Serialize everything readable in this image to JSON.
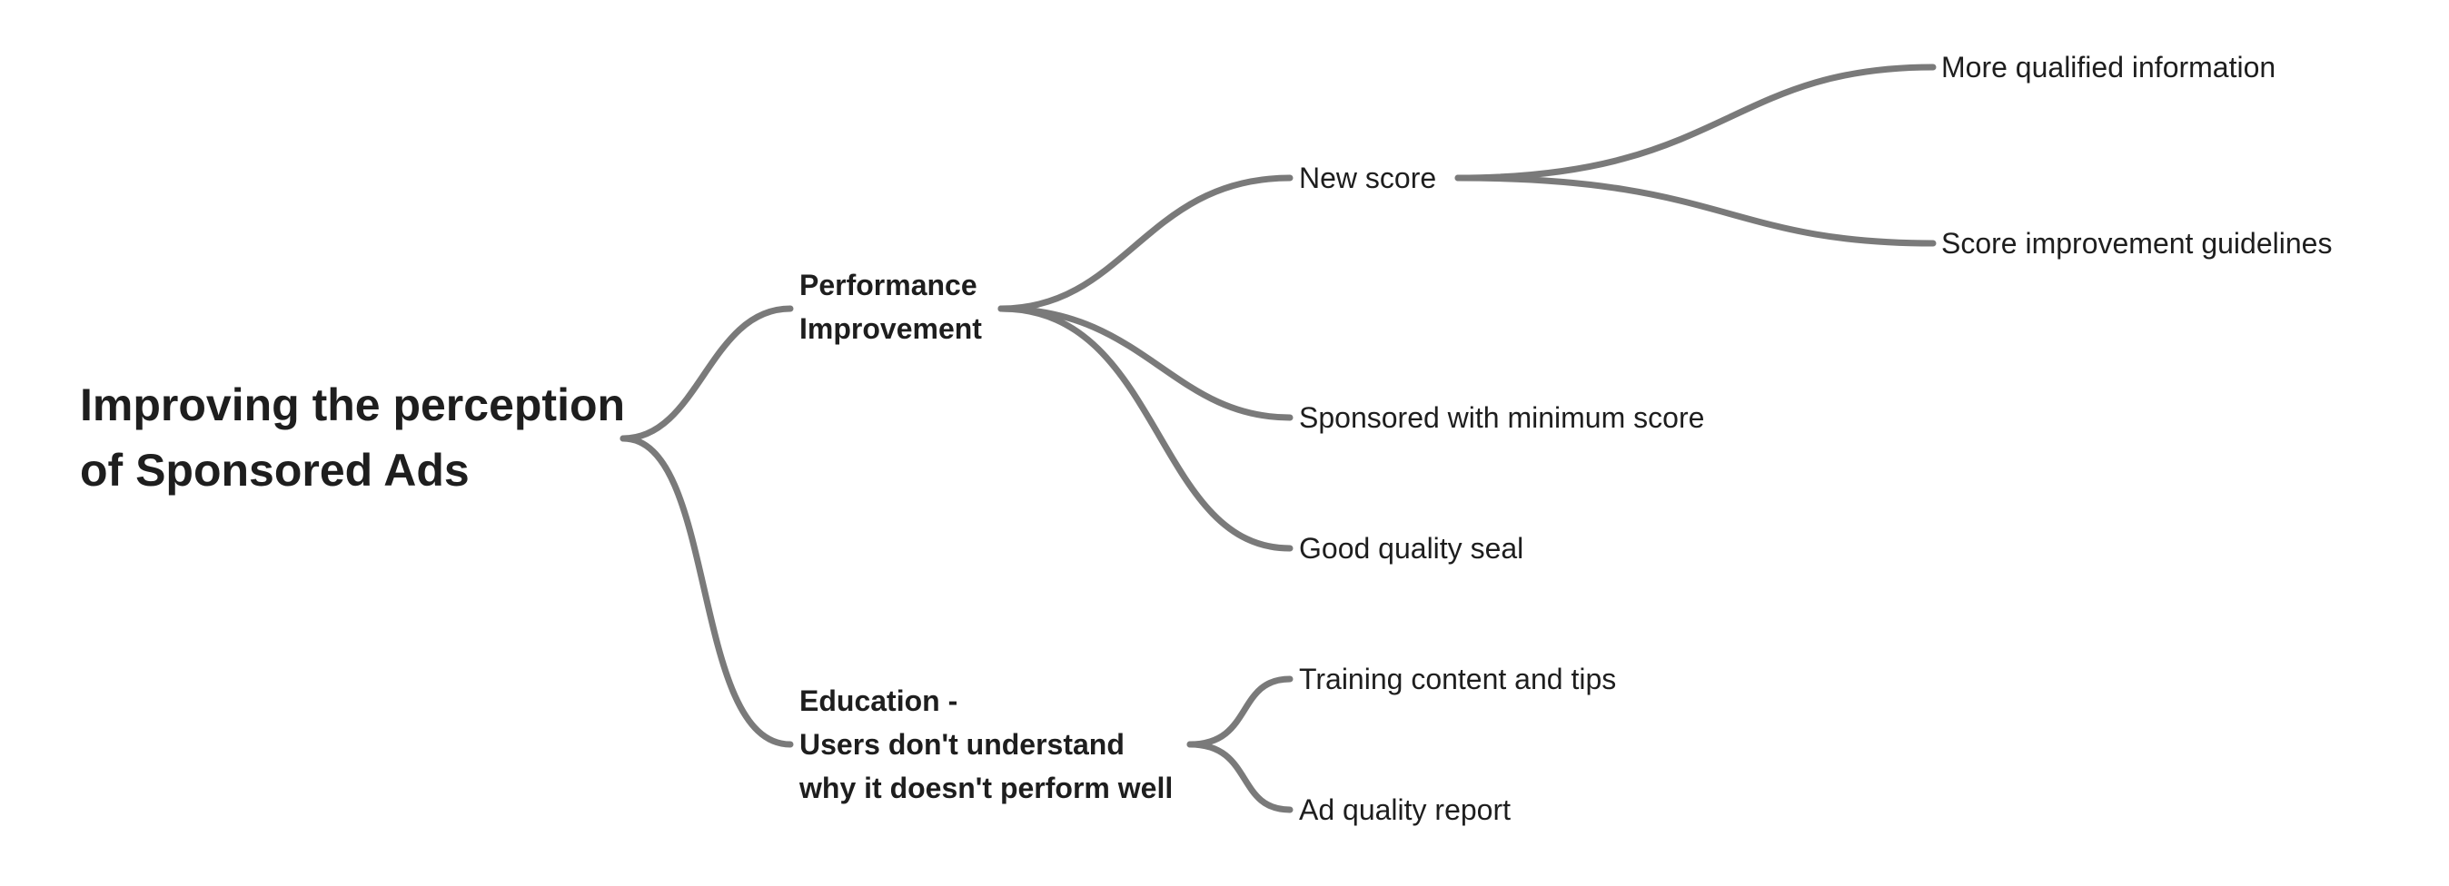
{
  "mindmap": {
    "root": {
      "lines": [
        "Improving the perception",
        "of Sponsored Ads"
      ]
    },
    "branches": [
      {
        "lines": [
          "Performance",
          "Improvement"
        ],
        "children": [
          {
            "label": "New score",
            "children": [
              {
                "label": "More qualified information"
              },
              {
                "label": "Score improvement guidelines"
              }
            ]
          },
          {
            "label": "Sponsored with minimum score"
          },
          {
            "label": "Good quality seal"
          }
        ]
      },
      {
        "lines": [
          "Education -",
          "Users don't understand",
          "why it doesn't perform well"
        ],
        "children": [
          {
            "label": "Training content and tips"
          },
          {
            "label": "Ad quality report"
          }
        ]
      }
    ]
  },
  "colors": {
    "connector": "#7a7a7a",
    "text": "#1e1e1e",
    "background": "#ffffff"
  }
}
